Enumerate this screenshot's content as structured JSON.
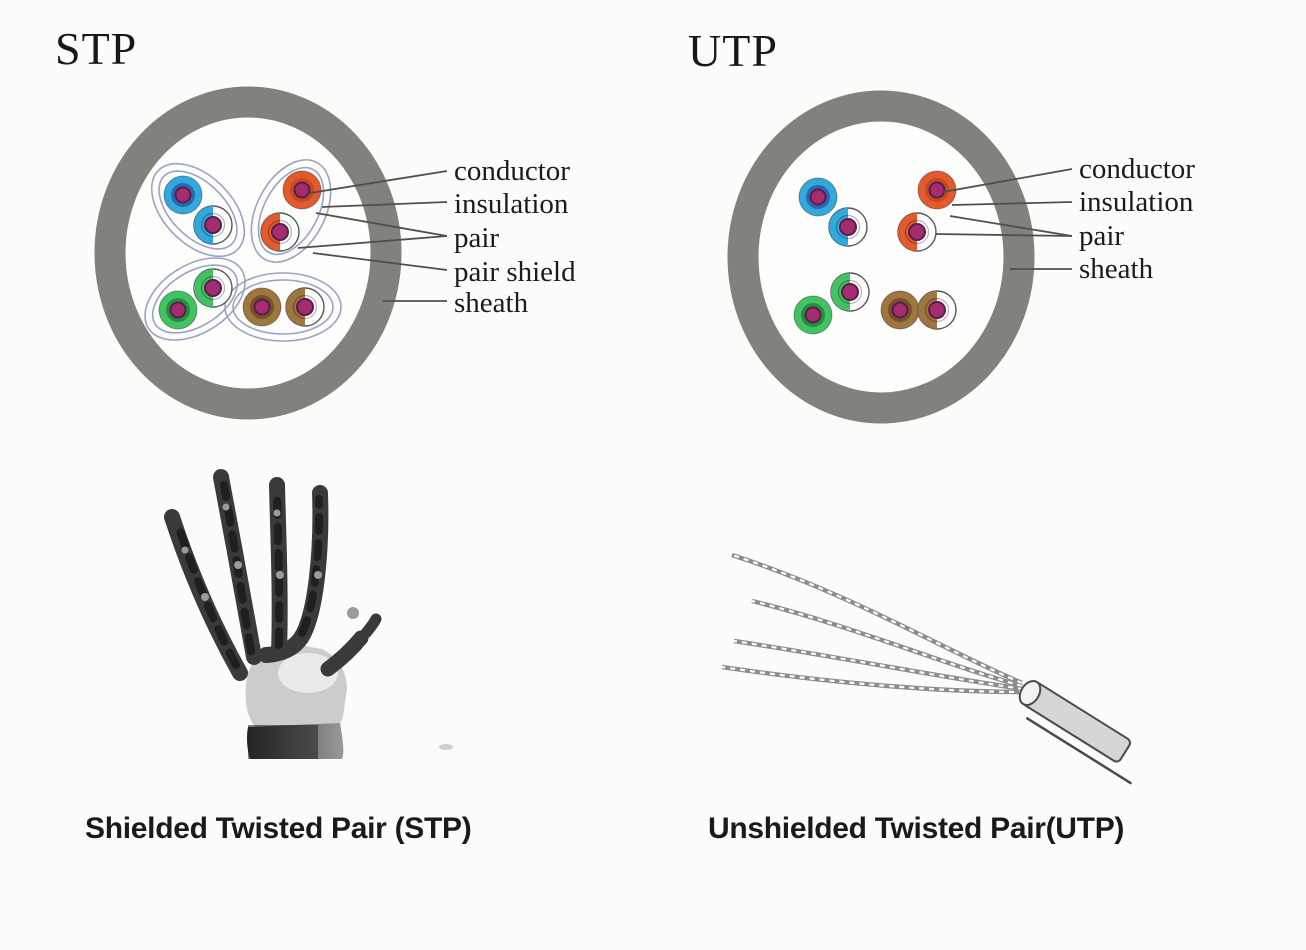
{
  "stp": {
    "title": "STP",
    "caption": "Shielded Twisted Pair (STP)",
    "labels": {
      "conductor": "conductor",
      "insulation": "insulation",
      "pair": "pair",
      "pair_shield": "pair shield",
      "sheath": "sheath"
    }
  },
  "utp": {
    "title": "UTP",
    "caption": "Unshielded Twisted Pair(UTP)",
    "labels": {
      "conductor": "conductor",
      "insulation": "insulation",
      "pair": "pair",
      "sheath": "sheath"
    }
  },
  "colors": {
    "sheath": "#82817c",
    "oval": "#9aa3c4",
    "line": "#4f4f4f",
    "text": "#1b1b1b",
    "blue": "#31a9dc",
    "blueDark": "#2a68b0",
    "orange": "#e25a2d",
    "orangeDark": "#c8491d",
    "green": "#42c263",
    "greenDark": "#22903f",
    "brown": "#9f7540",
    "brownDark": "#745427",
    "conductor": "#a52c6d",
    "conductorEdge": "#571e4e"
  }
}
